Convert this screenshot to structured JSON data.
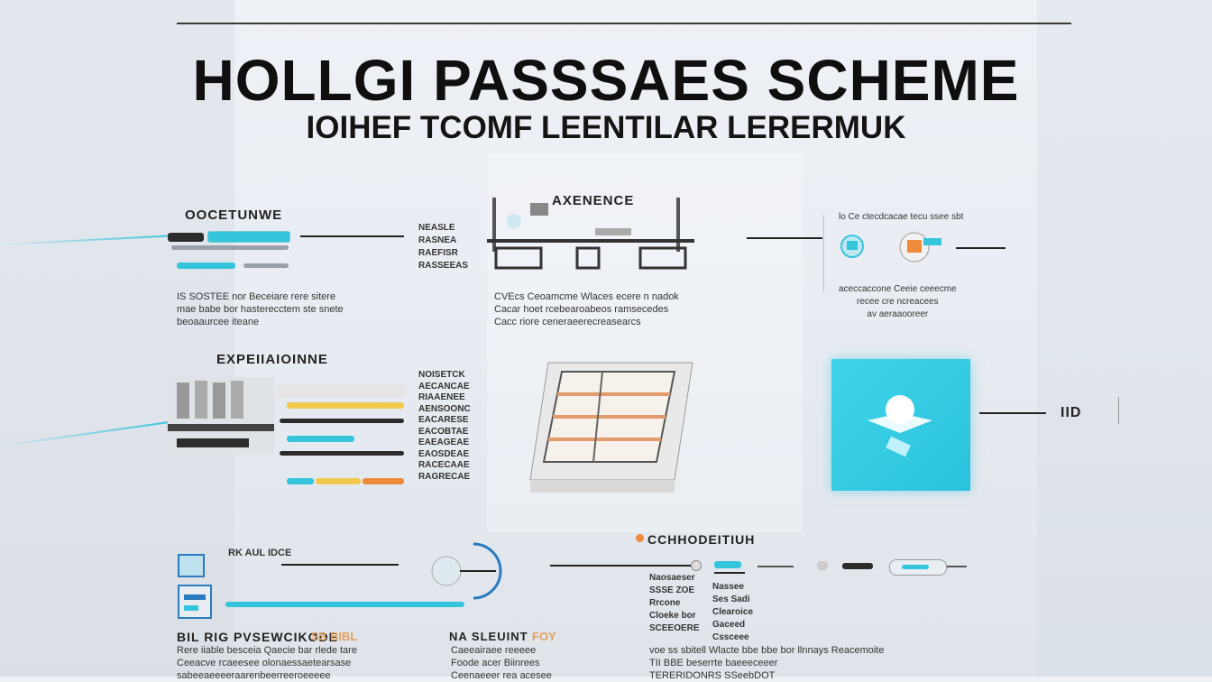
{
  "header": {
    "title": "HOLLGI PASSSAES SCHEME",
    "subtitle": "IOIHEF TCOMF LEENTILAR LERERMUK"
  },
  "sections": {
    "top_left": {
      "label": "OOCETUNWE",
      "side_text": "NEASLE\nRASNEA\nRAEFISR\nRASSEEAS",
      "caption": "IS SOSTEE nor Beceiare rere sitere\nmae babe bor hasterecctem ste snete\nbeoaaurcee iteane"
    },
    "top_center": {
      "label": "AXENENCE",
      "caption": "CVEcs Ceoamcme Wlaces ecere n nadok\nCacar hoet rcebearoabeos ramsecedes\nCacc riore ceneraeerecreasearcs"
    },
    "top_right": {
      "label": "lo Ce ctecdcacae tecu ssee sbt",
      "caption": "aceccaccone Ceeie ceeecme\nrecee cre ncreacees\nav aeraaooreer"
    },
    "mid_left": {
      "label": "EXPEIIAIOINNE",
      "side_text": "NOISETCK\nAECANCAE\nRIAAENEE\nAENSOONC\nEACARESE\nEACOBTAE\nEAEAGEAE\nEAOSDEAE\nRACECAAE\nRAGRECAE"
    },
    "mid_right": {
      "label": "IID"
    },
    "bottom_left": {
      "label": "RK AUL IDCE",
      "title": "BIL RIG PVSEWCIKODE",
      "title_suffix": "SS BIBL",
      "caption": "Rere iiable besceia Qaecie bar rlede tare\nCeeacve rcaeesee olonaessaetearsase\nsabeeaeeeeraarenbeerreeroeeeee"
    },
    "bottom_center": {
      "title": "NA SLEUINT",
      "title_suffix": "FOY",
      "caption": "Caeeairaee reeeee\nFoode acer Biinrees\nCeenaeeer rea acesee"
    },
    "bottom_right": {
      "label": "CCHHODEITIUH",
      "side_text_a": "Naosaeser\nSSSE ZOE\nRrcone\nCloeke bor\nSCEEOERE",
      "side_text_b": "Nassee\nSes Sadi\nClearoice\nGaceed\nCssceee",
      "caption": "voe ss sbitell Wlacte bbe bbe bor llnnays Reacemoite\nTII BBE beserrte baeeeceeer\nTERERIDONRS SSeebDOT"
    }
  },
  "colors": {
    "accent": "#34c4dc",
    "yellow": "#f2c94c",
    "orange": "#ef8a3a",
    "dark": "#2c2c2c"
  }
}
